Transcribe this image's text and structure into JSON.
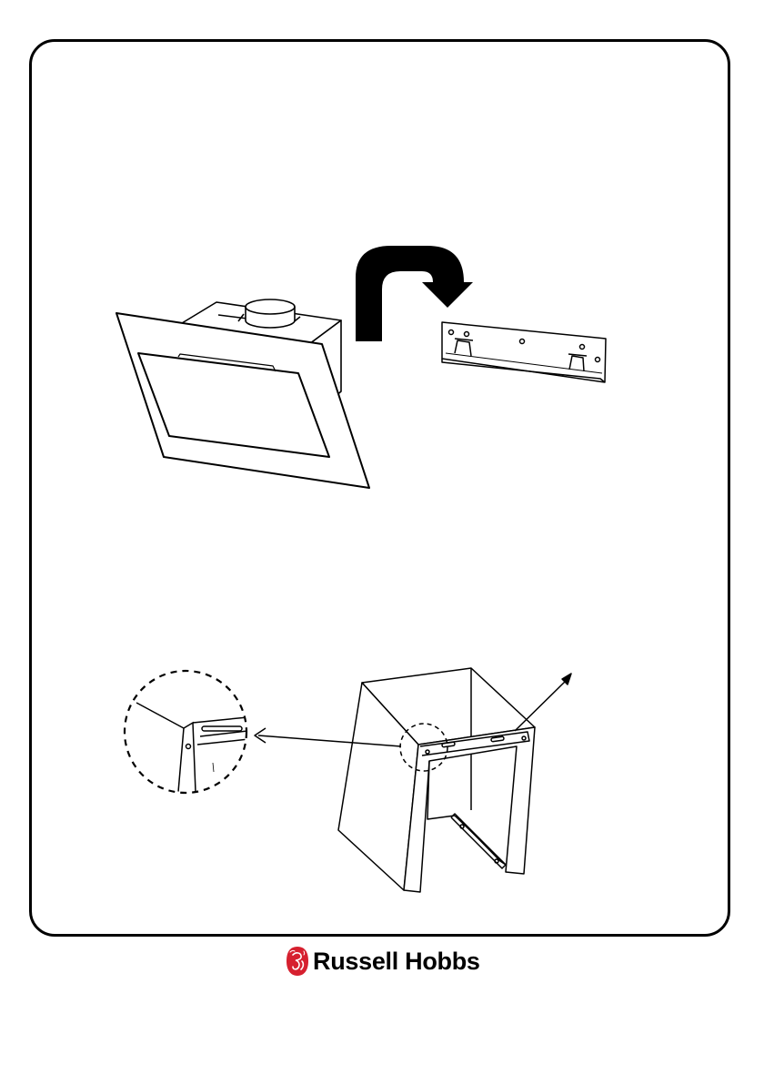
{
  "footer": {
    "brand_name": "Russell Hobbs",
    "brand_color": "#d6202f"
  },
  "figures": {
    "step_one": {
      "icon": "hood-mount-bracket"
    },
    "step_two": {
      "icon": "chimney-cover-detail"
    }
  }
}
